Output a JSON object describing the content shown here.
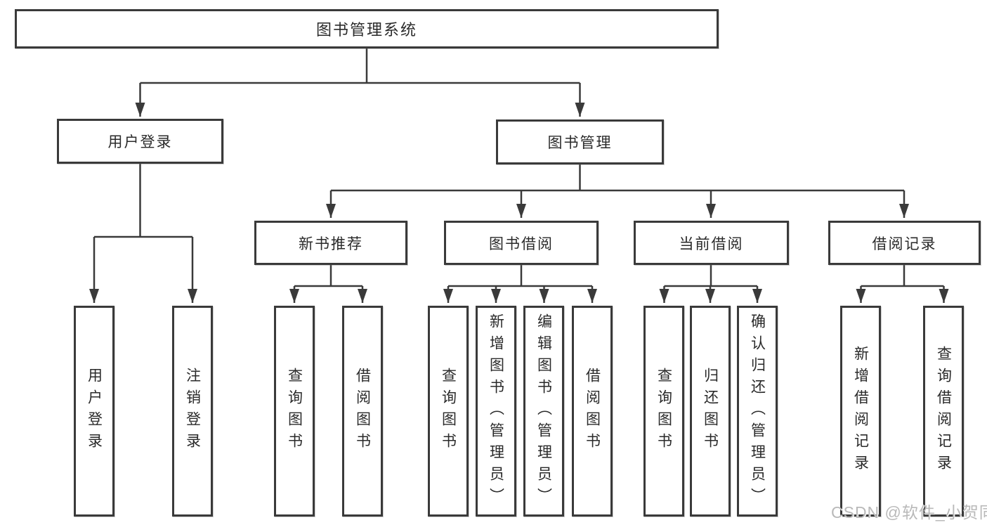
{
  "diagram": {
    "root_label": "图书管理系统",
    "level2": [
      {
        "label": "用户登录",
        "children": [
          "用户登录",
          "注销登录"
        ]
      },
      {
        "label": "图书管理"
      }
    ],
    "level3": [
      {
        "label": "新书推荐",
        "children": [
          "查询图书",
          "借阅图书"
        ]
      },
      {
        "label": "图书借阅",
        "children": [
          "查询图书",
          "新增图书（管理员）",
          "编辑图书（管理员）",
          "借阅图书"
        ]
      },
      {
        "label": "当前借阅",
        "children": [
          "查询图书",
          "归还图书",
          "确认归还（管理员）"
        ]
      },
      {
        "label": "借阅记录",
        "children": [
          "新增借阅记录",
          "查询借阅记录"
        ]
      }
    ]
  },
  "watermark": {
    "text": "CSDN @软件_小贺同学",
    "color": "#b9b9b9"
  },
  "colors": {
    "line": "#3a3a3a",
    "box_border": "#3a3a3a",
    "box_background": "#ffffff",
    "text": "#2a2a2a",
    "background": "#ffffff"
  }
}
